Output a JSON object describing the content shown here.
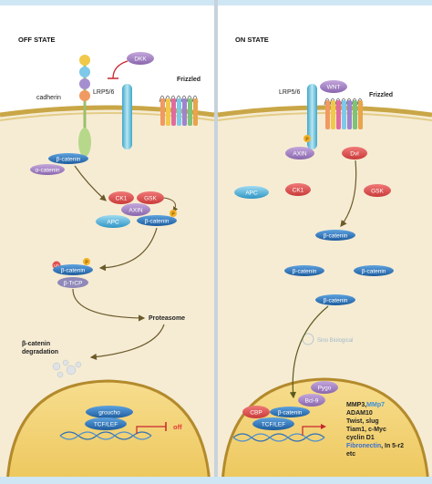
{
  "panels": {
    "off_title": "OFF STATE",
    "on_title": "ON STATE"
  },
  "off": {
    "dkk": "DKK",
    "lrp": "LRP5/6",
    "frizzled": "Frizzled",
    "cadherin": "cadherin",
    "beta_catenin_membrane": "β-catenin",
    "alpha_catenin": "α-catenin",
    "ck1": "CK1",
    "gsk": "GSK",
    "axin": "AXIN",
    "apc": "APC",
    "complex_beta_catenin": "β-catenin",
    "p": "P",
    "ub": "Ub",
    "ub_beta_catenin": "β-catenin",
    "btrcp": "β-TrCP",
    "proteasome": "Proteasome",
    "degradation_line1": "β-catenin",
    "degradation_line2": "degradation",
    "groucho": "groucho",
    "tcf_lef": "TCF/LEF",
    "off_label": "off"
  },
  "on": {
    "lrp": "LRP5/6",
    "wnt": "WNT",
    "frizzled": "Frizzled",
    "p": "P",
    "axin": "AXIN",
    "dvl": "Dvl",
    "apc": "APC",
    "ck1": "CK1",
    "gsk": "GSK",
    "bc1": "β-catenin",
    "bc2": "β-catenin",
    "bc3": "β-catenin",
    "bc4": "β-catenin",
    "watermark": "Sino Biological",
    "pygo": "Pygo",
    "bcl9": "Bcl-9",
    "cbp": "CBP",
    "nuc_bc": "β-catenin",
    "tcf_lef": "TCF/LEF",
    "targets": {
      "line1_a": "MMP3,",
      "line1_b": "MMp7",
      "line2": "ADAM10",
      "line3": "Twist, slug",
      "line4": "Tiam1, c-Myc",
      "line5": "cyclin D1",
      "line6_a": "Fibronectin",
      "line6_b": ", In 5-r2",
      "line7": "etc"
    }
  },
  "colors": {
    "cytoplasm": "#f6ecd4",
    "nucleus": "#f2d27a",
    "membrane": "#c9a646",
    "beta_catenin": "#2f77bf",
    "ck1": "#e0504f",
    "gsk": "#e0504f",
    "axin": "#a884c4",
    "apc": "#4fb2d8",
    "phospho": "#f4b227",
    "ub": "#e0504f",
    "btrcp": "#8f88b8",
    "off_text": "#e23b3b",
    "mmp7_text": "#3a8fd8",
    "fibronectin_text": "#3a6fd0"
  }
}
